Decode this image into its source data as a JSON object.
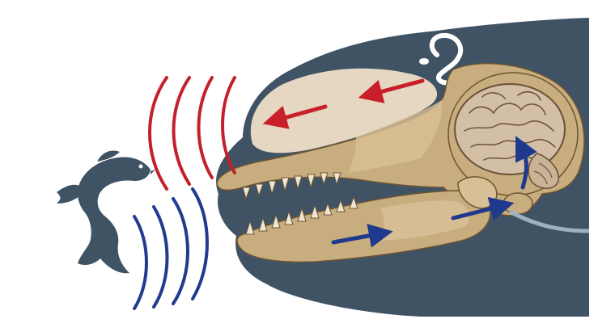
{
  "diagram": {
    "subject": "whale-echolocation",
    "colors": {
      "background": "#ffffff",
      "body": "#3f5364",
      "bone": "#c8ad7e",
      "bone_light": "#d8c096",
      "bone_outline": "#6e5532",
      "melon": "#e6d7c2",
      "brain": "#d2bfa6",
      "brain_line": "#6b4f3a",
      "outgoing_waves": "#c4202b",
      "returning_waves": "#233b8f",
      "sound_arrow_red": "#c8202a",
      "sound_arrow_blue": "#1f3a8c",
      "ear_canal": "#9cb1c2",
      "fish": "#3f5364"
    },
    "outgoing_wave_count": 4,
    "returning_wave_count": 4,
    "red_arrows": 2,
    "blue_arrows": 3,
    "icons": [
      "fish-icon",
      "arrow-icon",
      "brain-icon",
      "skull-icon"
    ]
  }
}
